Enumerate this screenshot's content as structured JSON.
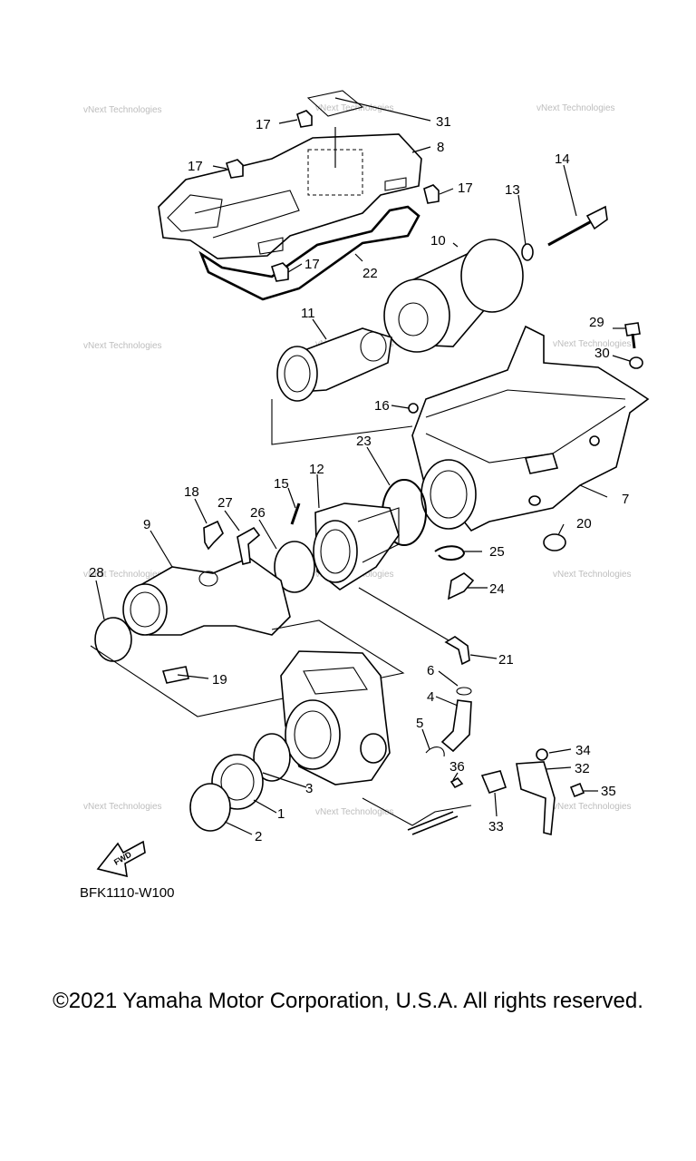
{
  "watermark": "vNext Technologies",
  "callouts": [
    "31",
    "17",
    "8",
    "17",
    "17",
    "14",
    "13",
    "10",
    "22",
    "17",
    "11",
    "29",
    "30",
    "16",
    "23",
    "12",
    "15",
    "7",
    "18",
    "27",
    "26",
    "9",
    "20",
    "25",
    "28",
    "24",
    "21",
    "19",
    "6",
    "4",
    "5",
    "36",
    "34",
    "32",
    "3",
    "35",
    "1",
    "33",
    "2"
  ],
  "fwd_label": "FWD",
  "diagram_code": "BFK1110-W100",
  "copyright": "©2021 Yamaha Motor Corporation, U.S.A. All rights reserved."
}
